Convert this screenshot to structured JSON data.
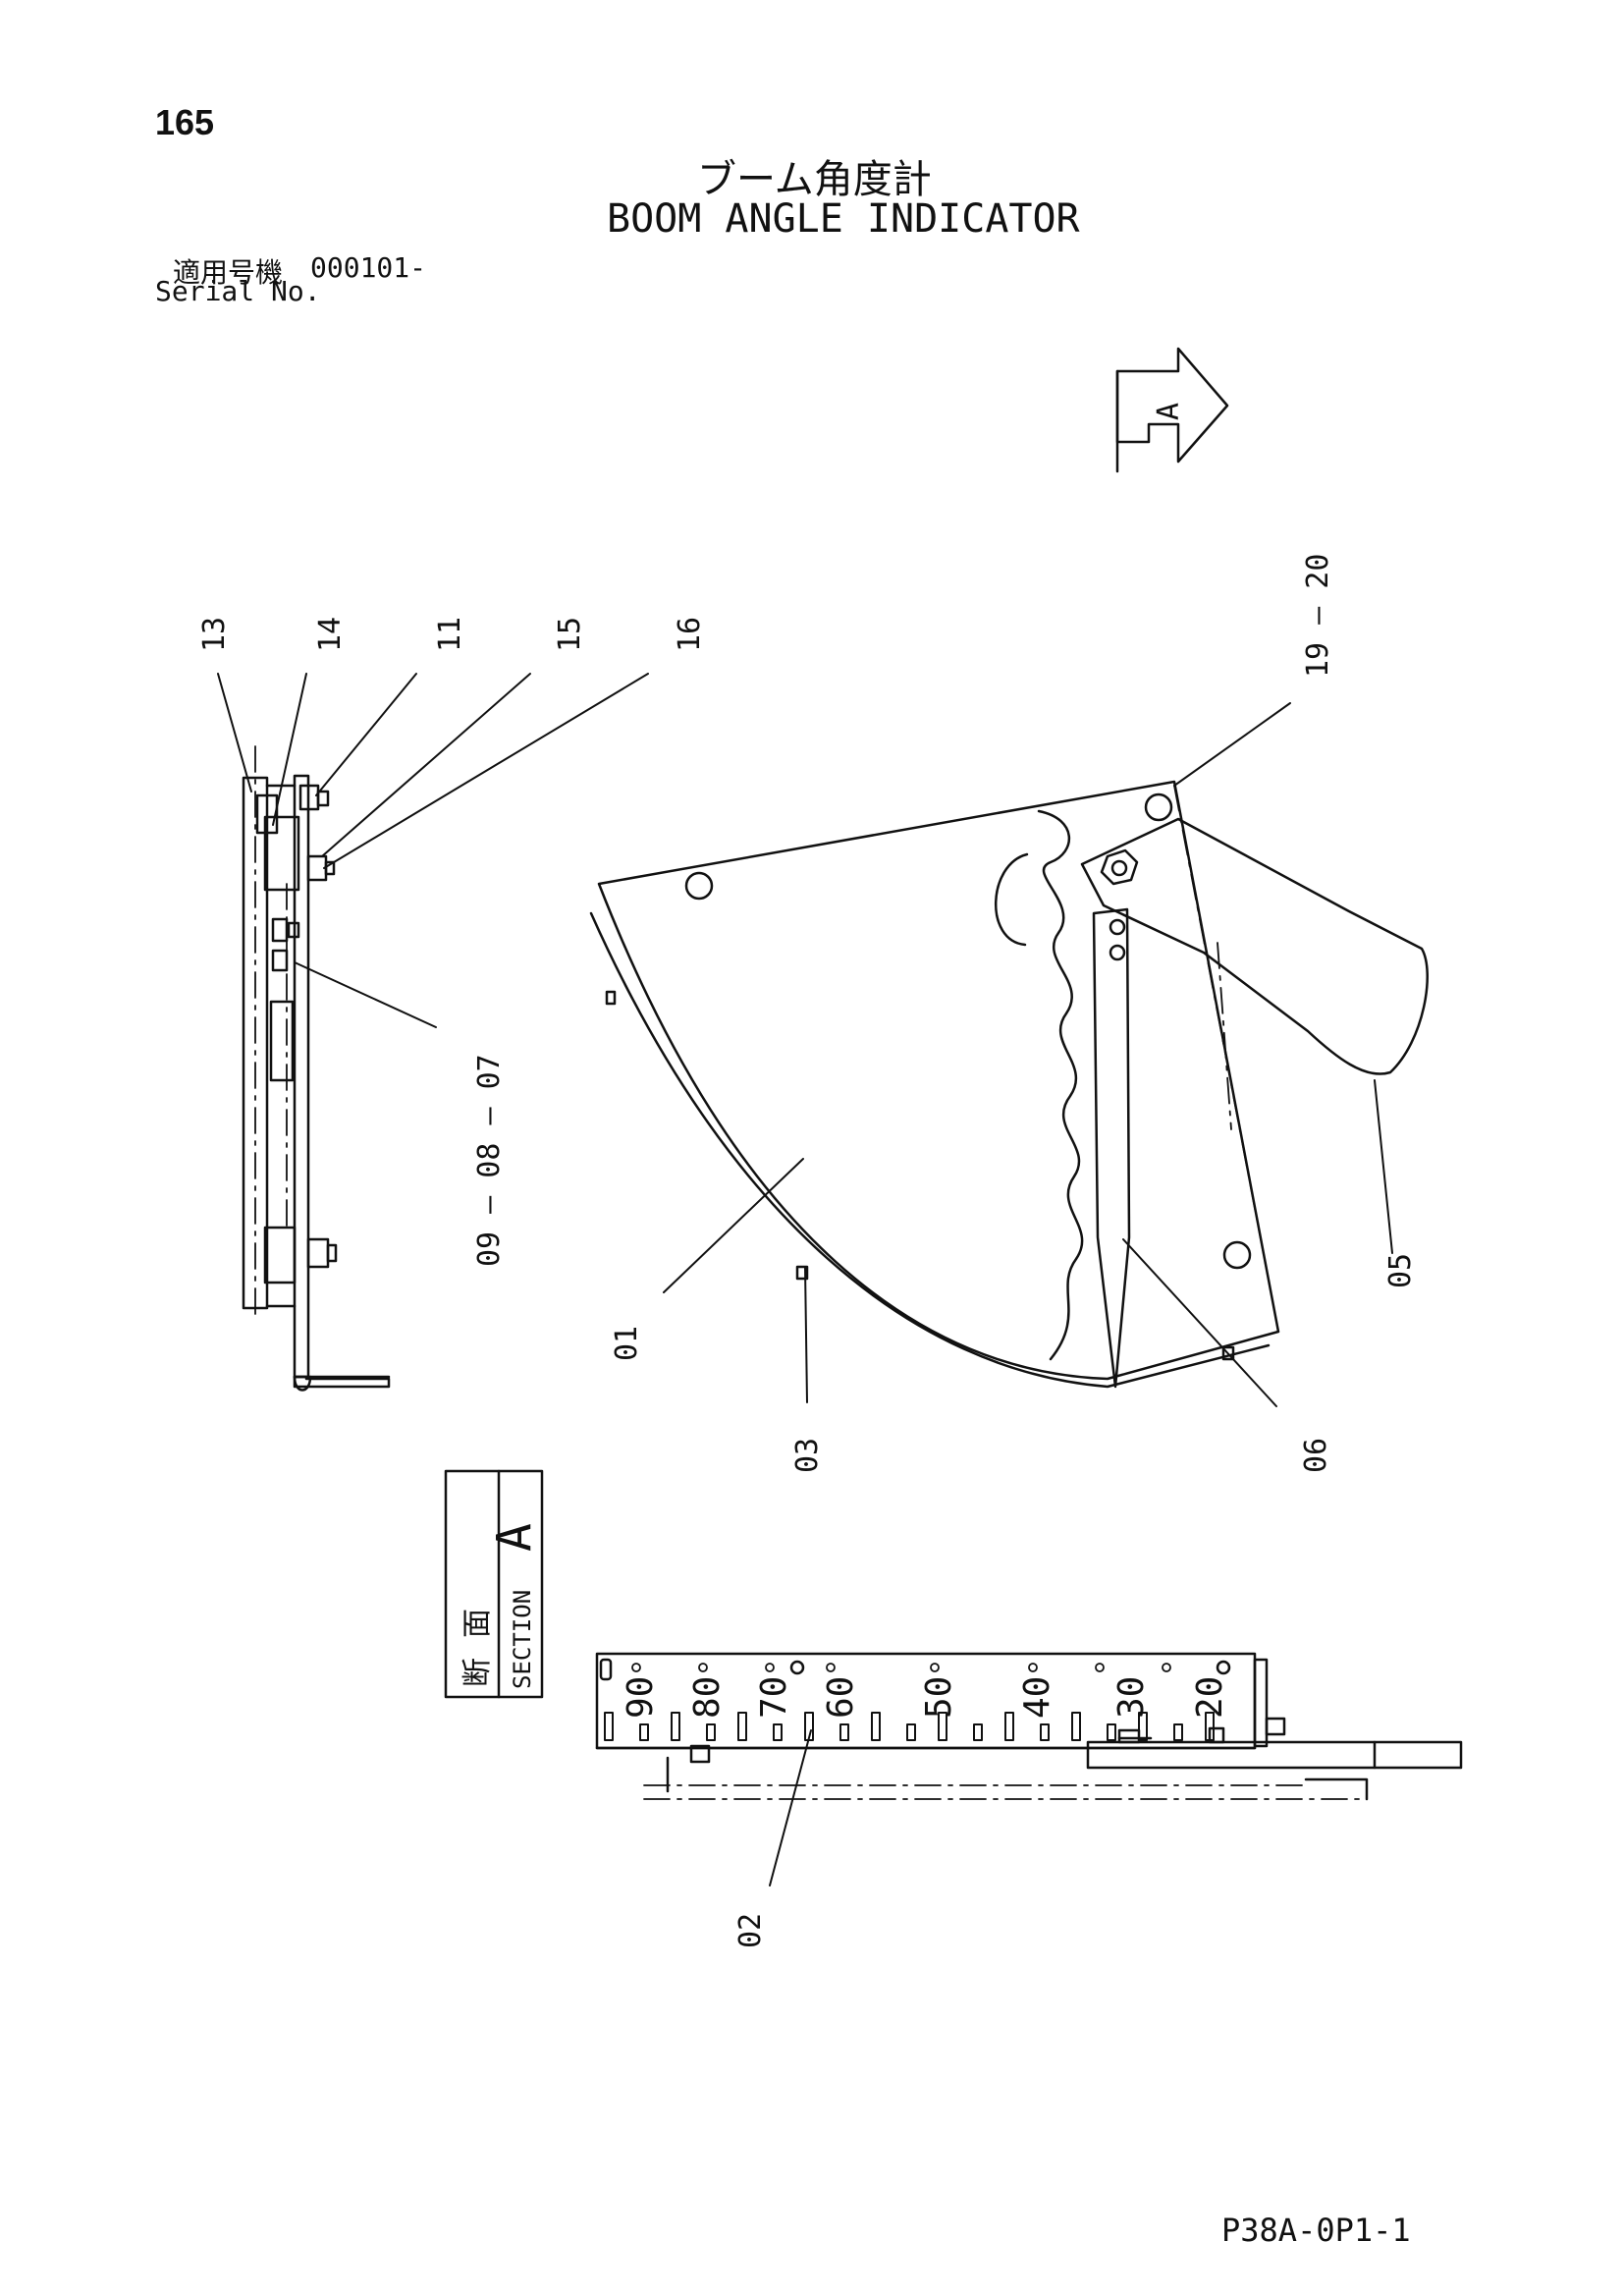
{
  "page_number": "165",
  "title_jp": "ブーム角度計",
  "title_en": "BOOM ANGLE INDICATOR",
  "serial": {
    "label_jp": "適用号機",
    "value": "000101-",
    "label_en": "Serial No."
  },
  "view_arrow_label": "A",
  "callouts": {
    "c13": "13",
    "c14": "14",
    "c11": "11",
    "c15": "15",
    "c16": "16",
    "c09_08_07": "09 — 08 — 07",
    "c19_20": "19 — 20",
    "c01": "01",
    "c03": "03",
    "c05": "05",
    "c06": "06",
    "c02": "02"
  },
  "section_box": {
    "kanji_1": "断",
    "kanji_2": "面",
    "label": "SECTION",
    "letter": "A"
  },
  "scale_marks": [
    "90",
    "80",
    "70",
    "60",
    "50",
    "40",
    "30",
    "20"
  ],
  "footer_code": "P38A-0P1-1",
  "colors": {
    "ink": "#111111",
    "paper": "#ffffff"
  }
}
